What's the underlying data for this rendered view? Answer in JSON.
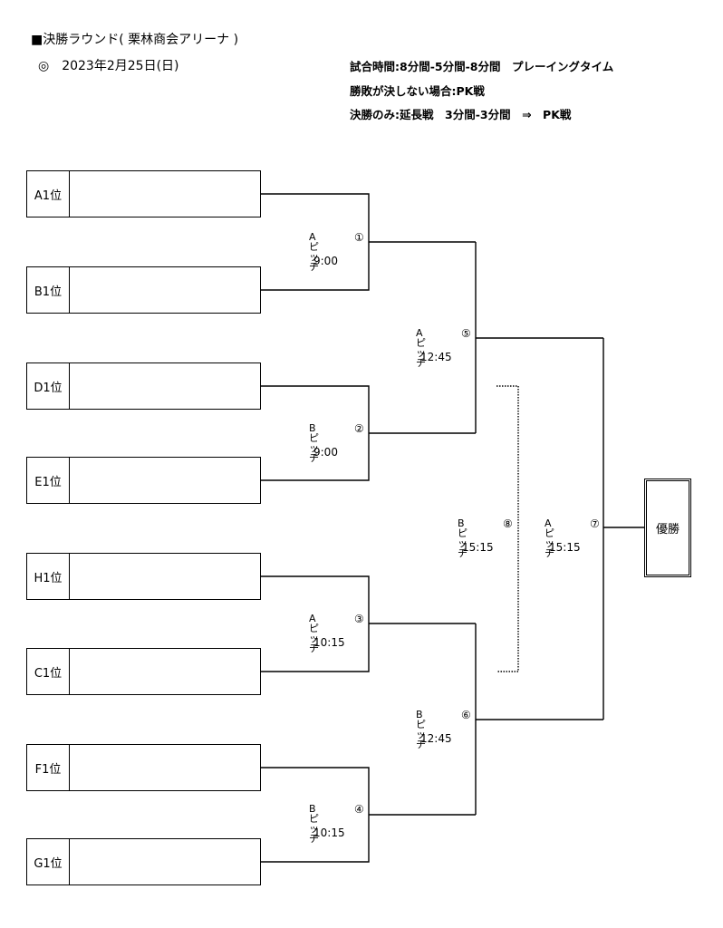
{
  "header": {
    "title": "■決勝ラウンド( 栗林商会アリーナ )",
    "date": "◎　2023年2月25日(日)",
    "rules": [
      "試合時間:8分間-5分間-8分間　プレーイングタイム",
      "勝敗が決しない場合:PK戦",
      "決勝のみ:延長戦　3分間-3分間　⇒　PK戦"
    ]
  },
  "teams": [
    {
      "seed": "A1位",
      "name": ""
    },
    {
      "seed": "B1位",
      "name": ""
    },
    {
      "seed": "D1位",
      "name": ""
    },
    {
      "seed": "E1位",
      "name": ""
    },
    {
      "seed": "H1位",
      "name": ""
    },
    {
      "seed": "C1位",
      "name": ""
    },
    {
      "seed": "F1位",
      "name": ""
    },
    {
      "seed": "G1位",
      "name": ""
    }
  ],
  "matches": [
    {
      "number": "①",
      "pitch": "Aピッチ",
      "time": "9:00"
    },
    {
      "number": "②",
      "pitch": "Bピッチ",
      "time": "9:00"
    },
    {
      "number": "③",
      "pitch": "Aピッチ",
      "time": "10:15"
    },
    {
      "number": "④",
      "pitch": "Bピッチ",
      "time": "10:15"
    },
    {
      "number": "⑤",
      "pitch": "Aピッチ",
      "time": "12:45"
    },
    {
      "number": "⑥",
      "pitch": "Bピッチ",
      "time": "12:45"
    },
    {
      "number": "⑦",
      "pitch": "Aピッチ",
      "time": "15:15"
    },
    {
      "number": "⑧",
      "pitch": "Bピッチ",
      "time": "15:15"
    }
  ],
  "champion_label": "優勝"
}
